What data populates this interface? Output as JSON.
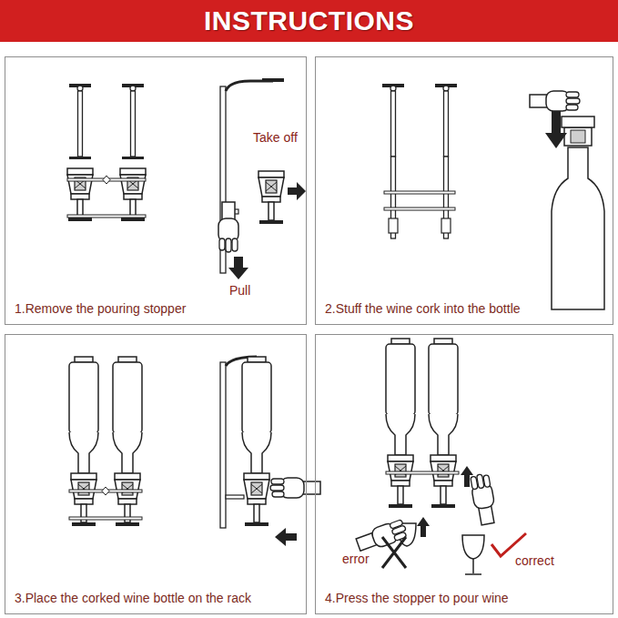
{
  "diagram": {
    "title": "INSTRUCTIONS",
    "nodes": [
      {
        "text": [
          "1.Remove the pouring stopper"
        ]
      },
      {
        "text": [
          "2.Stuff the wine cork into the bottle"
        ]
      },
      {
        "text": [
          "3.Place the corked wine bottle on the rack"
        ]
      },
      {
        "text": [
          "4.Press the stopper to pour wine"
        ]
      }
    ],
    "labels": [
      "Take off",
      "Pull",
      "error",
      "correct"
    ]
  }
}
